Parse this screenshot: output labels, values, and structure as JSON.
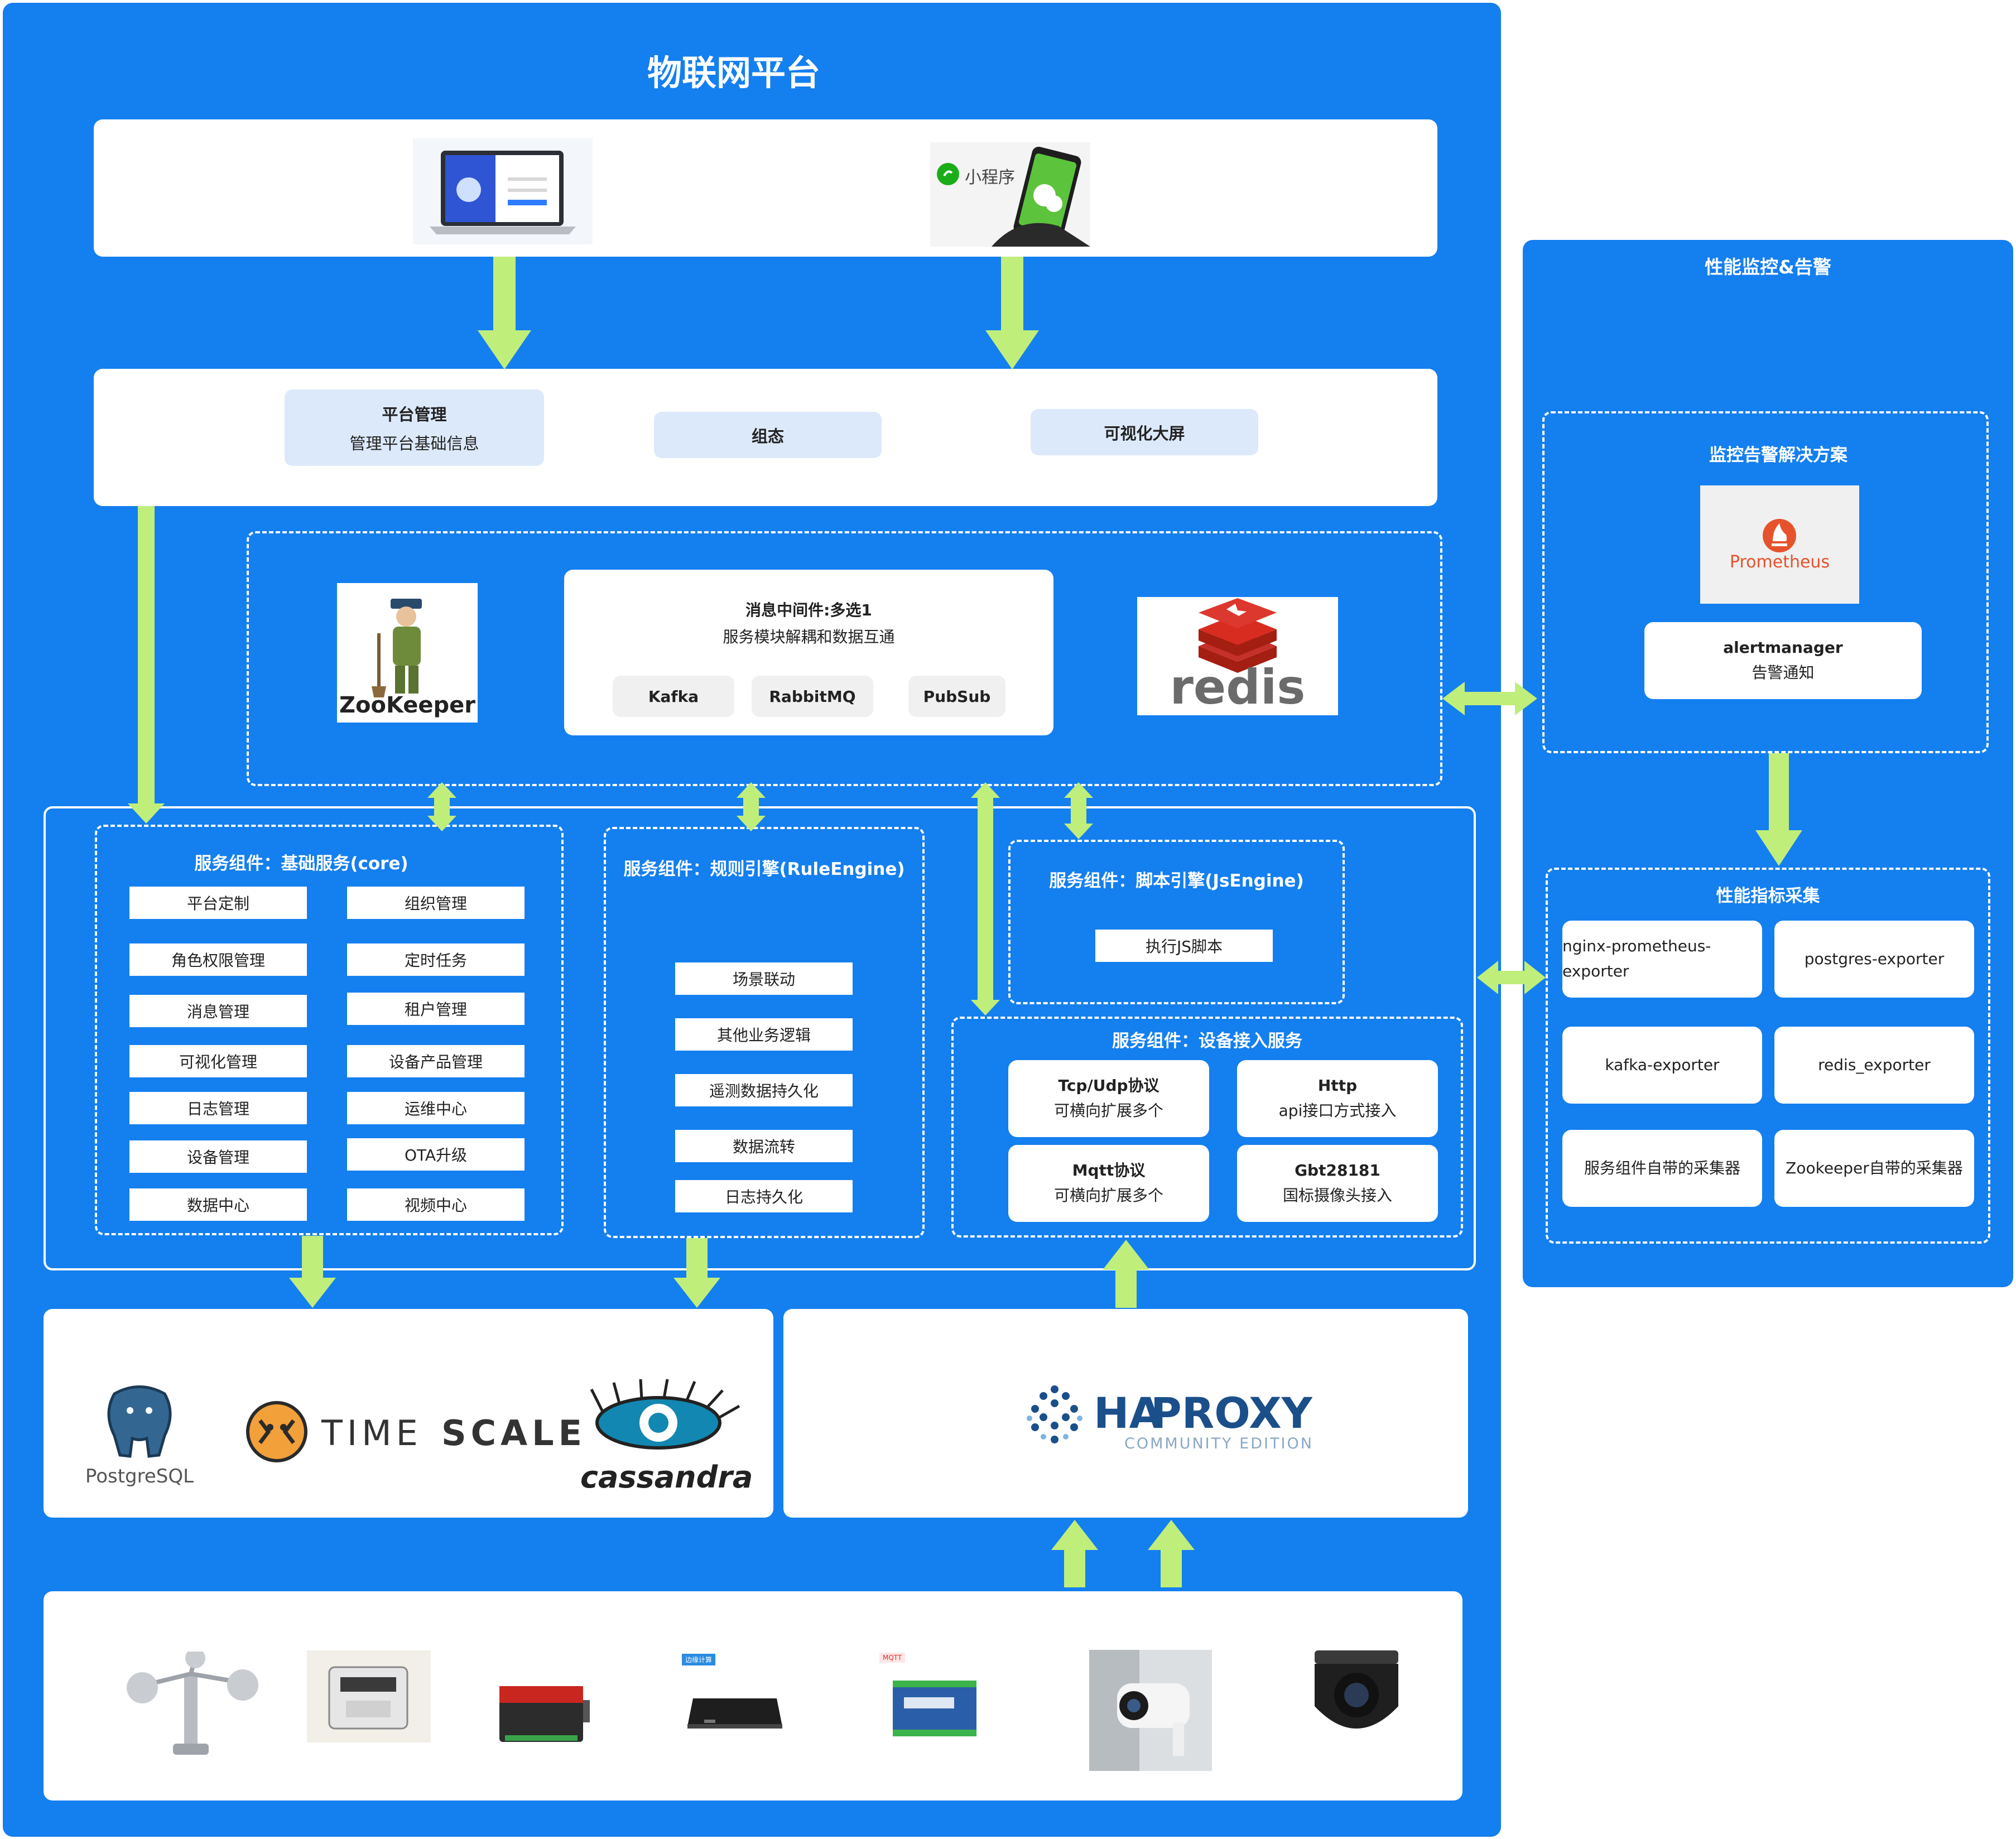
{
  "main": {
    "title": "物联网平台"
  },
  "clients": {
    "miniprogram_label": "小程序"
  },
  "platform": {
    "mgmt_title": "平台管理",
    "mgmt_sub": "管理平台基础信息",
    "config": "组态",
    "bigscreen": "可视化大屏"
  },
  "middleware": {
    "zookeeper_logo": "ZooKeeper",
    "mq_title": "消息中间件:多选1",
    "mq_sub": "服务模块解耦和数据互通",
    "mq_options": [
      "Kafka",
      "RabbitMQ",
      "PubSub"
    ],
    "redis_logo": "redis"
  },
  "core": {
    "title": "服务组件：基础服务(core)",
    "items": [
      "平台定制",
      "组织管理",
      "角色权限管理",
      "定时任务",
      "消息管理",
      "租户管理",
      "可视化管理",
      "设备产品管理",
      "日志管理",
      "运维中心",
      "设备管理",
      "OTA升级",
      "数据中心",
      "视频中心"
    ]
  },
  "rule_engine": {
    "title": "服务组件：规则引擎(RuleEngine)",
    "items": [
      "场景联动",
      "其他业务逻辑",
      "遥测数据持久化",
      "数据流转",
      "日志持久化"
    ]
  },
  "js_engine": {
    "title": "服务组件：脚本引擎(JsEngine)",
    "item": "执行JS脚本"
  },
  "device_access": {
    "title": "服务组件：设备接入服务",
    "cards": [
      {
        "title": "Tcp/Udp协议",
        "sub": "可横向扩展多个"
      },
      {
        "title": "Http",
        "sub": "api接口方式接入"
      },
      {
        "title": "Mqtt协议",
        "sub": "可横向扩展多个"
      },
      {
        "title": "Gbt28181",
        "sub": "国标摄像头接入"
      }
    ]
  },
  "storage": {
    "postgres": "PostgreSQL",
    "timescale_a": "TIME",
    "timescale_b": "SCALE",
    "cassandra": "cassandra"
  },
  "proxy": {
    "name_a": "HA",
    "name_b": "PROXY",
    "edition": "COMMUNITY EDITION"
  },
  "devices": {
    "badge_1": "边缘计算",
    "badge_2": "MQTT"
  },
  "monitor": {
    "title": "性能监控&告警",
    "solution_title": "监控告警解决方案",
    "prometheus": "Prometheus",
    "alert_title": "alertmanager",
    "alert_sub": "告警通知",
    "collect_title": "性能指标采集",
    "exporters": [
      "nginx-prometheus-exporter",
      "postgres-exporter",
      "kafka-exporter",
      "redis_exporter",
      "服务组件自带的采集器",
      "Zookeeper自带的采集器"
    ]
  },
  "colors": {
    "panel_blue": "#147fef",
    "arrow_green": "#c0ee7a",
    "pill_blue": "#dce9fb"
  }
}
